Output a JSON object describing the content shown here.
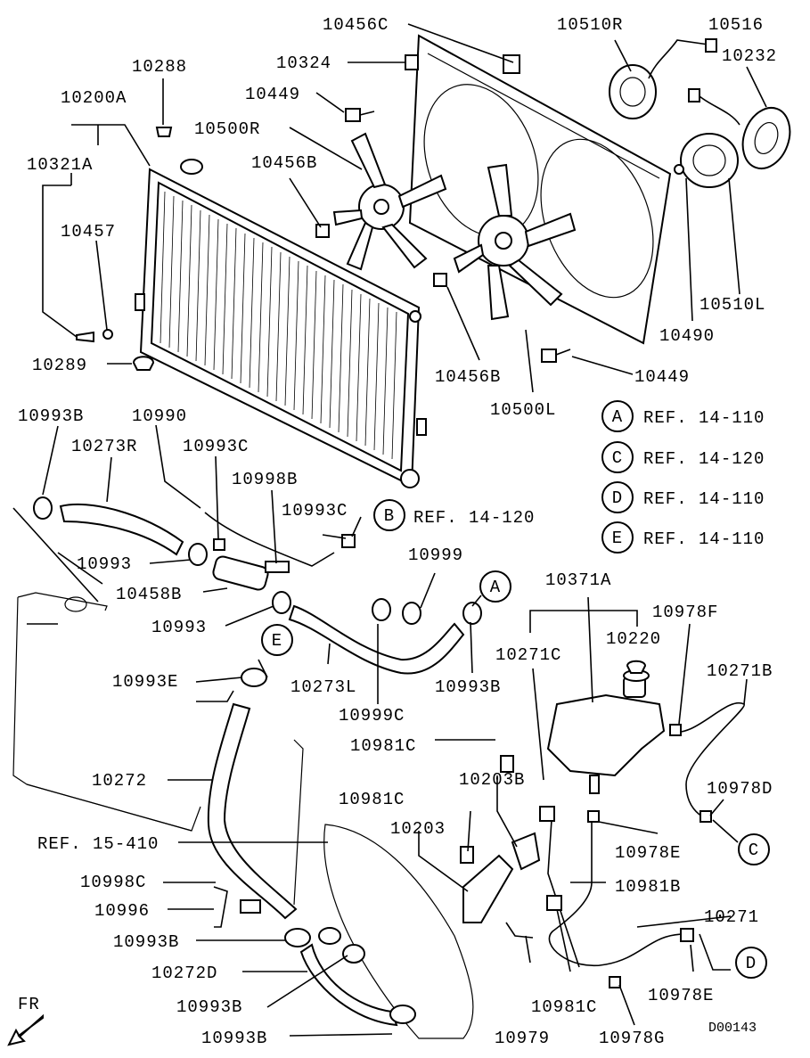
{
  "diagram": {
    "code": "D00143",
    "direction_label": "FR",
    "part_labels": {
      "p10456C": "10456C",
      "p10510R": "10510R",
      "p10516": "10516",
      "p10324": "10324",
      "p10232": "10232",
      "p10288": "10288",
      "p10200A": "10200A",
      "p10449_top": "10449",
      "p10500R": "10500R",
      "p10321A": "10321A",
      "p10456B_top": "10456B",
      "p10457": "10457",
      "p10510L": "10510L",
      "p10490": "10490",
      "p10289": "10289",
      "p10456B_bot": "10456B",
      "p10449_bot": "10449",
      "p10500L": "10500L",
      "p10993B_a": "10993B",
      "p10990": "10990",
      "p10273R": "10273R",
      "p10993C_a": "10993C",
      "p10998B": "10998B",
      "p10993C_b": "10993C",
      "p10993_a": "10993",
      "p10999": "10999",
      "p10458B": "10458B",
      "p10371A": "10371A",
      "p10993_b": "10993",
      "p10978F": "10978F",
      "p10271C": "10271C",
      "p10220": "10220",
      "p10271B": "10271B",
      "p10993E": "10993E",
      "p10273L": "10273L",
      "p10993B_b": "10993B",
      "p10999C": "10999C",
      "p10981C_a": "10981C",
      "p10272": "10272",
      "p10203B": "10203B",
      "p10978D": "10978D",
      "p10981C_b": "10981C",
      "p10203": "10203",
      "p10978E_a": "10978E",
      "p10998C": "10998C",
      "p10981B": "10981B",
      "p10996": "10996",
      "p10271": "10271",
      "p10993B_c": "10993B",
      "p10272D": "10272D",
      "p10978E_b": "10978E",
      "p10993B_d": "10993B",
      "p10981C_c": "10981C",
      "p10993B_e": "10993B",
      "p10979": "10979",
      "p10978G": "10978G",
      "ref_b_inline": "REF. 14-120",
      "ref_15_410": "REF. 15-410"
    },
    "callouts": {
      "A": "A",
      "B": "B",
      "C": "C",
      "D": "D",
      "E": "E"
    },
    "legend": [
      {
        "letter": "A",
        "ref": "REF. 14-110"
      },
      {
        "letter": "C",
        "ref": "REF. 14-120"
      },
      {
        "letter": "D",
        "ref": "REF. 14-110"
      },
      {
        "letter": "E",
        "ref": "REF. 14-110"
      }
    ]
  }
}
